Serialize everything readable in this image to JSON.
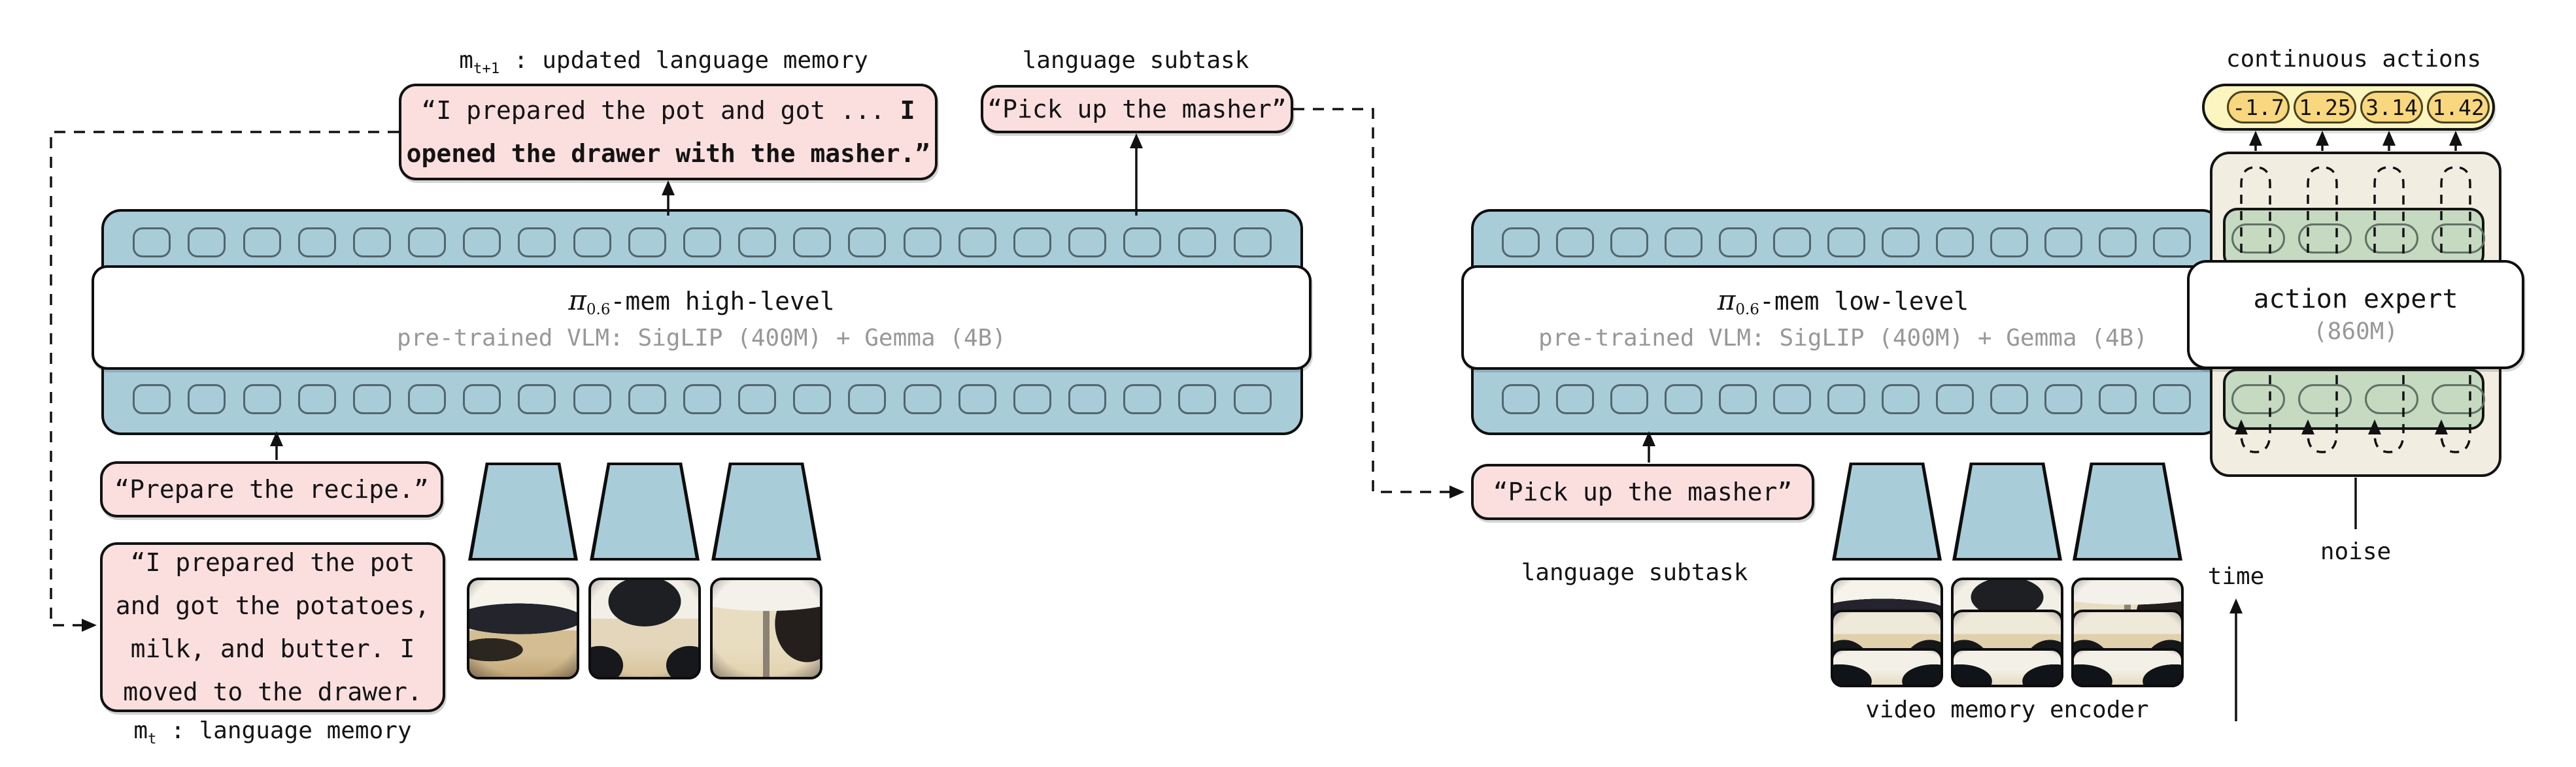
{
  "colors": {
    "block_blue": "#a9ccd9",
    "token_stroke": "#51666e",
    "pink": "#fbdfdf",
    "beige": "#f1eee1",
    "green": "#c6d9c1",
    "yellow_strip": "#fcf5bf",
    "yellow_pill": "#f9d77e",
    "outline": "#121212",
    "gray_text": "#98989a"
  },
  "high_level": {
    "memory_out_var": "m",
    "memory_out_sub": "t+1",
    "memory_out_rest": " : updated language memory",
    "memory_out_line1": "“I prepared the pot and got ... ",
    "memory_out_line1_bold": "I",
    "memory_out_line2_bold": "opened the drawer with the masher.”",
    "subtask_label": "language subtask",
    "subtask_text": "“Pick up the masher”",
    "title_pi": "π",
    "title_pi_sub": "0.6",
    "title_rest": "-mem high-level",
    "subtitle": "pre-trained VLM: SigLIP (400M) + Gemma (4B)",
    "task_prompt": "“Prepare the recipe.”",
    "memory_in_lines": [
      "“I prepared the pot",
      "and got the potatoes,",
      "milk, and butter. I",
      "moved to the drawer."
    ],
    "memory_in_var": "m",
    "memory_in_sub": "t",
    "memory_in_rest": " : language memory"
  },
  "low_level": {
    "title_pi": "π",
    "title_pi_sub": "0.6",
    "title_rest": "-mem low-level",
    "subtitle": "pre-trained VLM: SigLIP (400M) + Gemma (4B)",
    "subtask_text": "“Pick up the masher”",
    "subtask_label": "language subtask",
    "video_encoder_label": "video memory encoder",
    "time_label": "time"
  },
  "action_expert": {
    "title": "action expert",
    "params": "(860M)",
    "output_label": "continuous actions",
    "action_values": [
      "-1.7",
      "1.25",
      "3.14",
      "1.42"
    ],
    "noise_label": "noise"
  }
}
